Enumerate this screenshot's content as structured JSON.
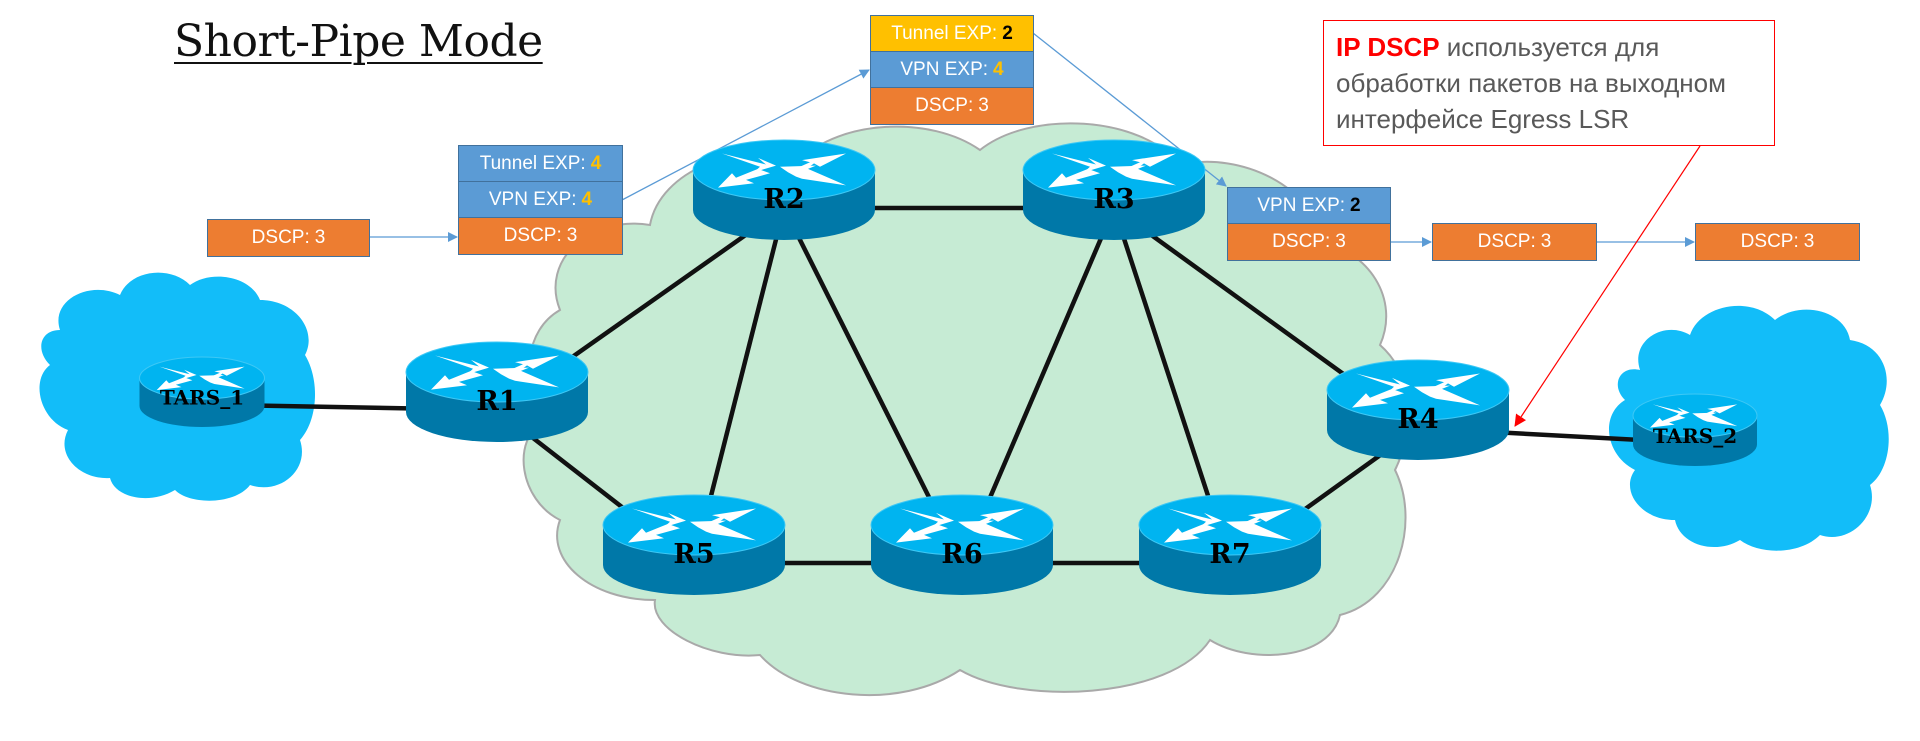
{
  "title": "Short-Pipe Mode",
  "colors": {
    "dscp": "#ed7d31",
    "exp": "#5b9bd5",
    "tunnel_popped": "#ffc000",
    "value_highlight": "#ffc000",
    "router_top": "#00b4f0",
    "router_side": "#0078a8",
    "core_cloud": "#c6ebd4",
    "customer_cloud": "#12bdf9",
    "callout_border": "#ff0000"
  },
  "packets": [
    {
      "id": "p1",
      "rows": [
        {
          "label": "DSCP:",
          "value": "3",
          "kind": "dscp"
        }
      ]
    },
    {
      "id": "p2",
      "rows": [
        {
          "label": "Tunnel EXP:",
          "value": "4",
          "kind": "exp",
          "value_style": "yellow"
        },
        {
          "label": "VPN EXP:",
          "value": "4",
          "kind": "exp",
          "value_style": "yellow"
        },
        {
          "label": "DSCP:",
          "value": "3",
          "kind": "dscp"
        }
      ]
    },
    {
      "id": "p3",
      "rows": [
        {
          "label": "Tunnel EXP:",
          "value": "2",
          "kind": "tunnel",
          "value_style": "black"
        },
        {
          "label": "VPN EXP:",
          "value": "4",
          "kind": "exp",
          "value_style": "yellow"
        },
        {
          "label": "DSCP:",
          "value": "3",
          "kind": "dscp"
        }
      ]
    },
    {
      "id": "p4",
      "rows": [
        {
          "label": "VPN EXP:",
          "value": "2",
          "kind": "exp",
          "value_style": "black"
        },
        {
          "label": "DSCP:",
          "value": "3",
          "kind": "dscp"
        }
      ]
    },
    {
      "id": "p5",
      "rows": [
        {
          "label": "DSCP:",
          "value": "3",
          "kind": "dscp"
        }
      ]
    },
    {
      "id": "p6",
      "rows": [
        {
          "label": "DSCP:",
          "value": "3",
          "kind": "dscp"
        }
      ]
    }
  ],
  "callout": {
    "highlight": "IP DSCP",
    "text": " используется для обработки пакетов на выходном интерфейсе Egress LSR"
  },
  "routers": [
    {
      "id": "TARS_1",
      "label": "TARS_1"
    },
    {
      "id": "R1",
      "label": "R1"
    },
    {
      "id": "R2",
      "label": "R2"
    },
    {
      "id": "R3",
      "label": "R3"
    },
    {
      "id": "R4",
      "label": "R4"
    },
    {
      "id": "R5",
      "label": "R5"
    },
    {
      "id": "R6",
      "label": "R6"
    },
    {
      "id": "R7",
      "label": "R7"
    },
    {
      "id": "TARS_2",
      "label": "TARS_2"
    }
  ],
  "links": [
    [
      "TARS_1",
      "R1"
    ],
    [
      "R1",
      "R2"
    ],
    [
      "R1",
      "R5"
    ],
    [
      "R2",
      "R3"
    ],
    [
      "R2",
      "R5"
    ],
    [
      "R2",
      "R6"
    ],
    [
      "R3",
      "R6"
    ],
    [
      "R3",
      "R7"
    ],
    [
      "R3",
      "R4"
    ],
    [
      "R5",
      "R6"
    ],
    [
      "R6",
      "R7"
    ],
    [
      "R7",
      "R4"
    ],
    [
      "R4",
      "TARS_2"
    ]
  ]
}
